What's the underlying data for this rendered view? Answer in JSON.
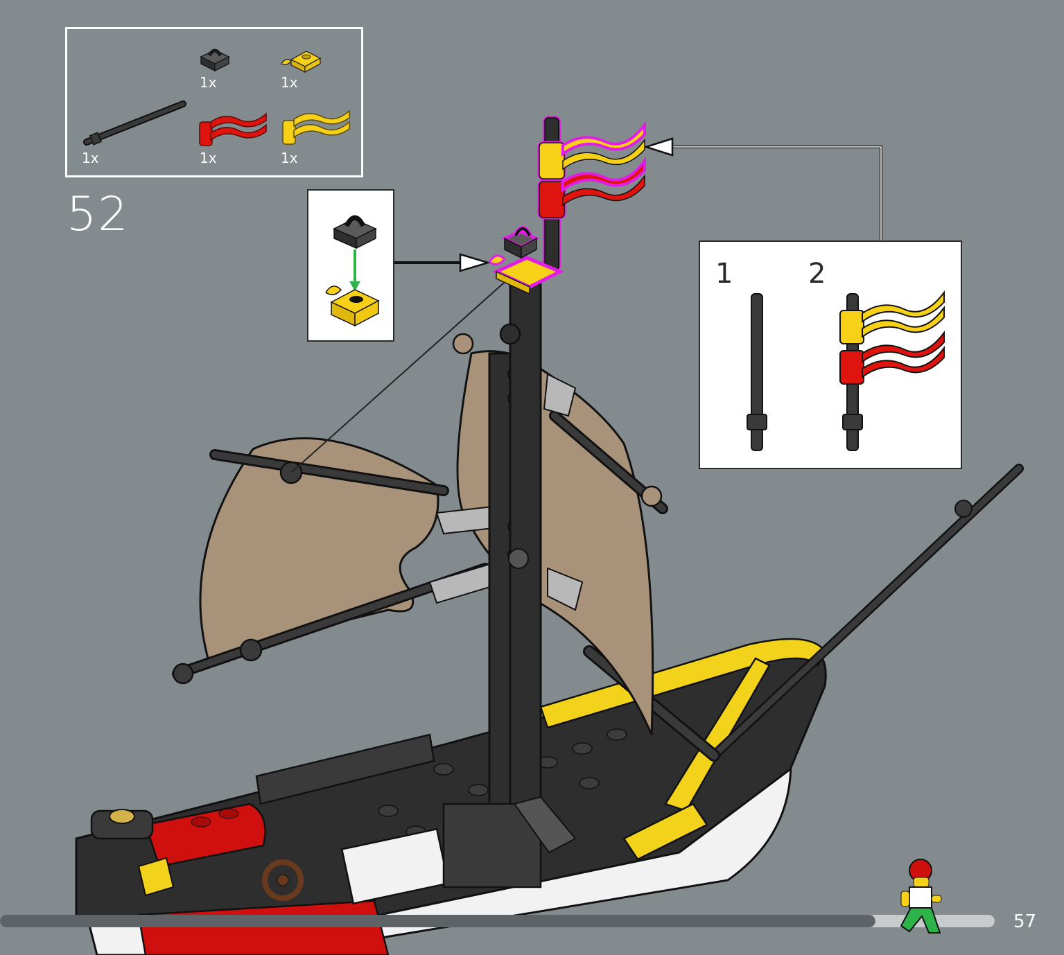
{
  "parts_list": {
    "items": [
      {
        "name": "clip-plate-dark-gray",
        "qty": "1x",
        "color": "#3a3a3a"
      },
      {
        "name": "clip-plate-yellow",
        "qty": "1x",
        "color": "#f7d117"
      },
      {
        "name": "bar-black",
        "qty": "1x",
        "color": "#2a2a2a"
      },
      {
        "name": "flag-red",
        "qty": "1x",
        "color": "#e0140e"
      },
      {
        "name": "flag-yellow",
        "qty": "1x",
        "color": "#f7d117"
      }
    ]
  },
  "step": {
    "number": "52"
  },
  "subassembly": {
    "sub_steps": [
      {
        "label": "1"
      },
      {
        "label": "2"
      }
    ]
  },
  "progress": {
    "fraction": 0.88
  },
  "page": {
    "number": "57"
  },
  "colors": {
    "background": "#848b8e",
    "highlight": "#e21ee6",
    "arrow_green": "#2db34a",
    "sail": "#a8937a",
    "hull_black": "#2e2e2e",
    "hull_red": "#d0100e",
    "hull_yellow": "#f2d21a",
    "hull_white": "#f2f2f2"
  }
}
